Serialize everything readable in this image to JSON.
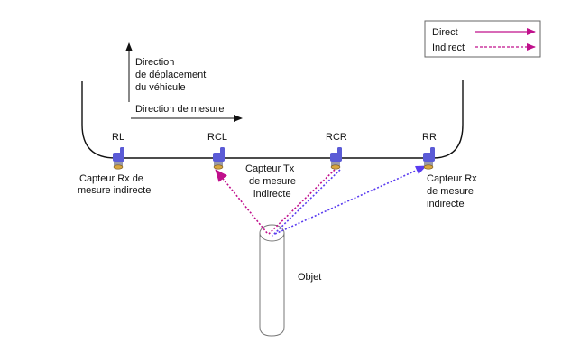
{
  "legend": {
    "direct_label": "Direct",
    "indirect_label": "Indirect",
    "direct_color": "#c0108c",
    "indirect_color": "#c0108c"
  },
  "annotations": {
    "travel_direction": [
      "Direction",
      "de déplacement",
      "du véhicule"
    ],
    "measure_direction": "Direction de mesure"
  },
  "sensors": [
    {
      "id": "RL",
      "label": "RL",
      "caption": [
        "Capteur Rx de",
        "mesure indirecte"
      ]
    },
    {
      "id": "RCL",
      "label": "RCL",
      "caption": []
    },
    {
      "id": "RCR",
      "label": "RCR",
      "caption": []
    },
    {
      "id": "RR",
      "label": "RR",
      "caption": [
        "Capteur Rx",
        "de mesure",
        "indirecte"
      ]
    }
  ],
  "tx_caption": [
    "Capteur Tx",
    "de mesure",
    "indirecte"
  ],
  "object": {
    "label": "Objet"
  },
  "paths": [
    {
      "from": "Objet",
      "to": "RCL",
      "type": "indirect",
      "color": "#c0108c"
    },
    {
      "from": "RCR",
      "to": "Objet",
      "type": "indirect",
      "color": "#c0108c"
    },
    {
      "from": "RCR",
      "to": "Objet",
      "type": "indirect",
      "color": "#5a3cf0"
    },
    {
      "from": "Objet",
      "to": "RR",
      "type": "indirect",
      "color": "#5a3cf0"
    }
  ],
  "colors": {
    "sensor_body": "#5b5bd6",
    "sensor_head": "#9a9aa8",
    "sensor_lens": "#d8a640",
    "outline": "#111111"
  }
}
